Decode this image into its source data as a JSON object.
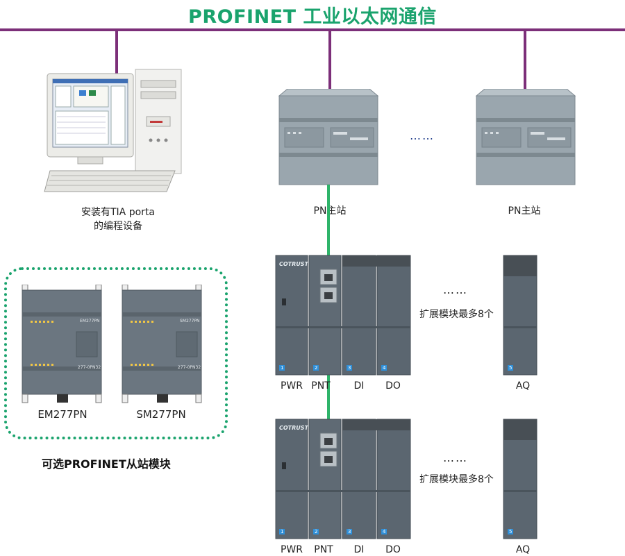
{
  "header": {
    "title": "PROFINET 工业以太网通信"
  },
  "workstation": {
    "label_line1": "安装有TIA porta",
    "label_line2": "的编程设备"
  },
  "masters": [
    {
      "label": "PN主站"
    },
    {
      "label": "PN主站"
    }
  ],
  "master_dots": "……",
  "rack_rows": [
    {
      "modules": [
        {
          "label": "PWR",
          "number": "1"
        },
        {
          "label": "PNT",
          "number": "2"
        },
        {
          "label": "DI",
          "number": "3"
        },
        {
          "label": "DO",
          "number": "4"
        },
        {
          "label": "AQ",
          "number": "5"
        }
      ],
      "dots": "……",
      "expansion_note": "扩展模块最多8个"
    },
    {
      "modules": [
        {
          "label": "PWR",
          "number": "1"
        },
        {
          "label": "PNT",
          "number": "2"
        },
        {
          "label": "DI",
          "number": "3"
        },
        {
          "label": "DO",
          "number": "4"
        },
        {
          "label": "AQ",
          "number": "5"
        }
      ],
      "dots": "……",
      "expansion_note": "扩展模块最多8个"
    }
  ],
  "module_brand": "COTRUST",
  "optional_modules": {
    "title": "可选PROFINET从站模块",
    "items": [
      {
        "label": "EM277PN",
        "model": "EM277PN",
        "part": "277-0PN32"
      },
      {
        "label": "SM277PN",
        "model": "SM277PN",
        "part": "277-0PN32"
      }
    ]
  },
  "colors": {
    "title": "#1aa36d",
    "bus": "#7c2f79",
    "profinet_line": "#2fb46a",
    "dots": "#1f3c8a",
    "module_body": "#5b6670"
  }
}
